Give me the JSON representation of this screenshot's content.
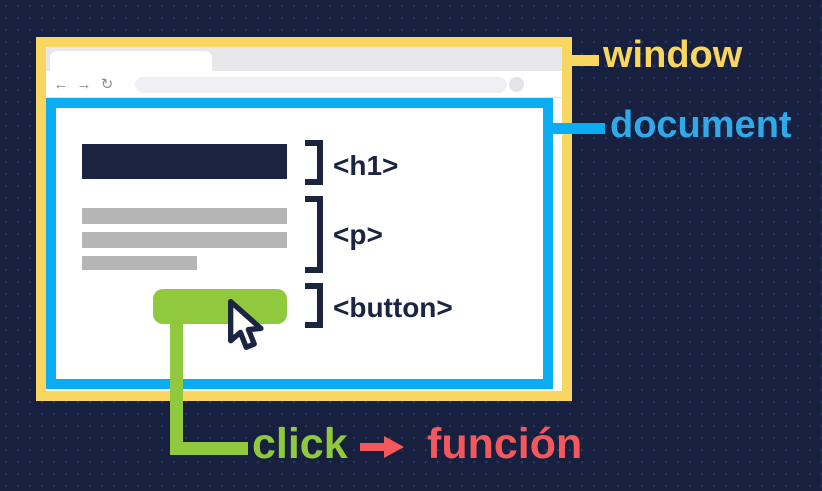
{
  "colors": {
    "background": "#17213F",
    "window_yellow": "#F9D65F",
    "document_blue": "#0AACF2",
    "document_label_blue": "#2EA9E9",
    "button_green": "#90C83E",
    "funcion_red": "#F4575C",
    "ink_navy": "#1B2440",
    "paragraph_gray": "#B5B5B5"
  },
  "browser": {
    "back_icon": "←",
    "forward_icon": "→",
    "reload_icon": "↻"
  },
  "page": {
    "h1_tag": "<h1>",
    "p_tag": "<p>",
    "button_tag": "<button>"
  },
  "annotations": {
    "window_label": "window",
    "document_label": "document",
    "click_label": "click",
    "funcion_label": "función",
    "arrow_icon": "arrow-right"
  }
}
